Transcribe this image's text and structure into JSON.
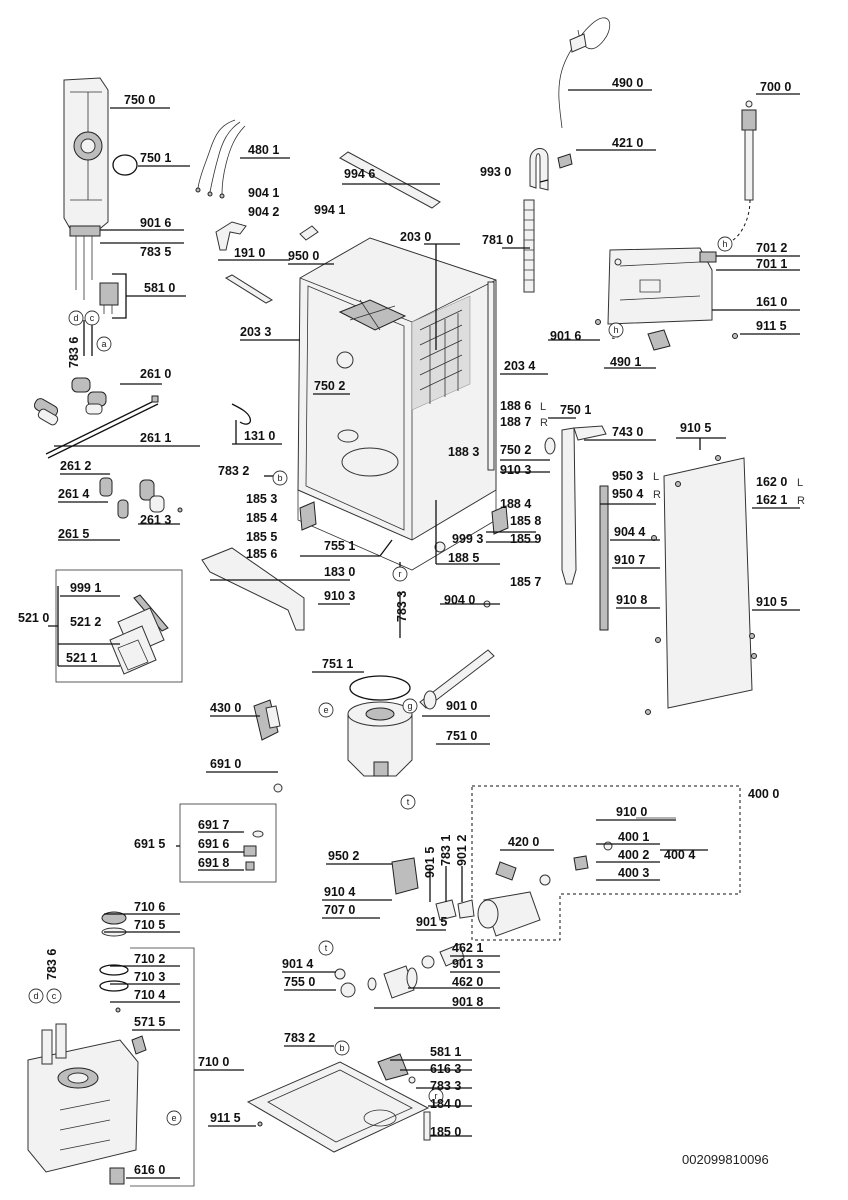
{
  "drawing_code": "002099810096",
  "suffix": {
    "L": "L",
    "R": "R"
  },
  "labels": {
    "p7500": "750 0",
    "p7501a": "750 1",
    "p9016a": "901 6",
    "p7835": "783 5",
    "p5810": "581 0",
    "p7836a": "783 6",
    "p4801": "480 1",
    "p9941": "904 1",
    "p9042": "904 2",
    "p9946": "994 6",
    "p9941b": "994 1",
    "p1910": "191 0",
    "p9500": "950 0",
    "p2030": "203 0",
    "p2033": "203 3",
    "p7502a": "750 2",
    "p2034": "203 4",
    "p1886": "188 6",
    "p1887": "188 7",
    "p7502b": "750 2",
    "p1883": "188 3",
    "p9103a": "910 3",
    "p1310": "131 0",
    "p7832a": "783 2",
    "p1853": "185 3",
    "p1854": "185 4",
    "p1855": "185 5",
    "p1856": "185 6",
    "p7551": "755 1",
    "p1830": "183 0",
    "p9103b": "910 3",
    "p7833a": "783 3",
    "p1884": "188 4",
    "p1858": "185 8",
    "p9993": "999 3",
    "p1859": "185 9",
    "p1885": "188 5",
    "p1857": "185 7",
    "p9040": "904 0",
    "p2610": "261 0",
    "p2611": "261 1",
    "p2612": "261 2",
    "p2614": "261 4",
    "p2613": "261 3",
    "p2615": "261 5",
    "p9991": "999 1",
    "p5210": "521 0",
    "p5212": "521 2",
    "p5211": "521 1",
    "p4900": "490 0",
    "p4210": "421 0",
    "p9930": "993 0",
    "p7810": "781 0",
    "p7000": "700 0",
    "p7012": "701 2",
    "p7011": "701 1",
    "p1610": "161 0",
    "p9016b": "901 6",
    "p9115a": "911 5",
    "p4901": "490 1",
    "p7501b": "750 1",
    "p7430": "743 0",
    "p9105a": "910 5",
    "p9503": "950 3",
    "p9504": "950 4",
    "p1620": "162 0",
    "p1621": "162 1",
    "p9044": "904 4",
    "p9107": "910 7",
    "p9108": "910 8",
    "p9105b": "910 5",
    "p7511": "751 1",
    "p4300": "430 0",
    "p9010": "901 0",
    "p7510": "751 0",
    "p6910": "691 0",
    "p6917": "691 7",
    "p6915": "691 5",
    "p6916": "691 6",
    "p6918": "691 8",
    "p4000": "400 0",
    "p9100": "910 0",
    "p4001": "400 1",
    "p4002": "400 2",
    "p4004": "400 4",
    "p4003": "400 3",
    "p4200": "420 0",
    "p9015a": "901 5",
    "p7831": "783 1",
    "p9012": "901 2",
    "p9502": "950 2",
    "p9104": "910 4",
    "p7070": "707 0",
    "p9015b": "901 5",
    "p4621": "462 1",
    "p9013": "901 3",
    "p9014": "901 4",
    "p7550": "755 0",
    "p4620": "462 0",
    "p9018": "901 8",
    "p7106": "710 6",
    "p7105": "710 5",
    "p7836b": "783 6",
    "p7102": "710 2",
    "p7103": "710 3",
    "p7104": "710 4",
    "p5715": "571 5",
    "p7100": "710 0",
    "p6160": "616 0",
    "p7832b": "783 2",
    "p5811": "581 1",
    "p6163": "616 3",
    "p7833b": "783 3",
    "p1840": "184 0",
    "p9115b": "911 5",
    "p1850": "185 0"
  },
  "markers": {
    "a1": "a",
    "c1": "c",
    "d1": "d",
    "b1": "b",
    "h1": "h",
    "h2": "h",
    "r1": "r",
    "e1": "e",
    "g1": "g",
    "t1": "t",
    "t2": "t",
    "r2": "r",
    "d2": "d",
    "c2": "c",
    "e2": "e",
    "b2": "b"
  }
}
